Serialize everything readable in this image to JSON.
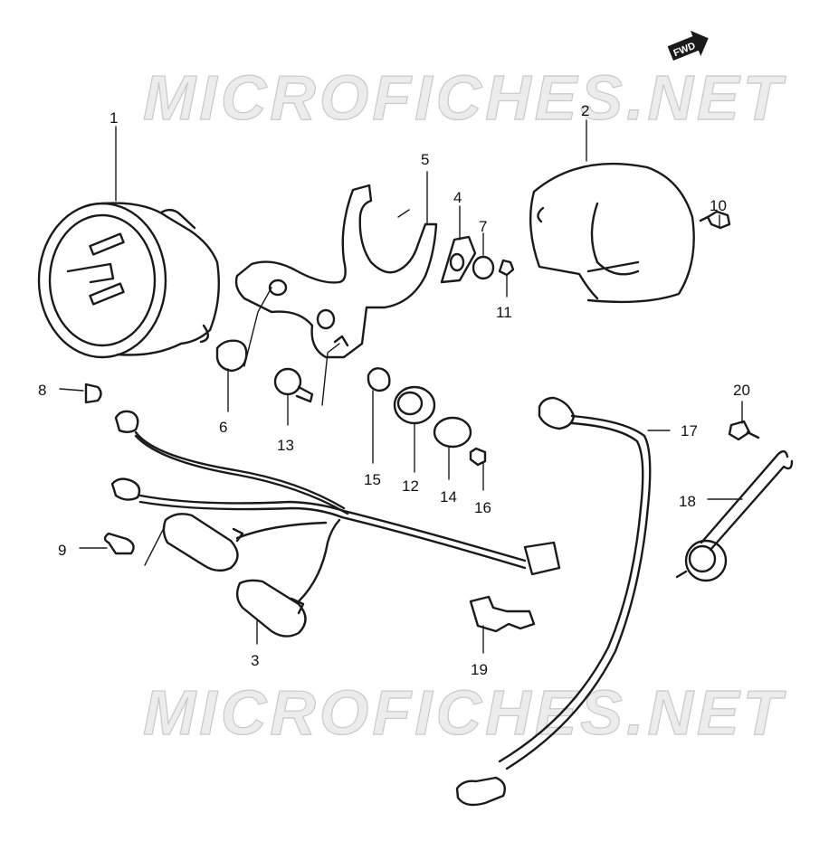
{
  "watermark": {
    "text": "MICROFICHES.NET"
  },
  "direction_badge": {
    "label": "FWD"
  },
  "callouts": [
    {
      "id": "1",
      "label": "1"
    },
    {
      "id": "2",
      "label": "2"
    },
    {
      "id": "3",
      "label": "3"
    },
    {
      "id": "4",
      "label": "4"
    },
    {
      "id": "5",
      "label": "5"
    },
    {
      "id": "6",
      "label": "6"
    },
    {
      "id": "7",
      "label": "7"
    },
    {
      "id": "8",
      "label": "8"
    },
    {
      "id": "9",
      "label": "9"
    },
    {
      "id": "10",
      "label": "10"
    },
    {
      "id": "11",
      "label": "11"
    },
    {
      "id": "12",
      "label": "12"
    },
    {
      "id": "13",
      "label": "13"
    },
    {
      "id": "14",
      "label": "14"
    },
    {
      "id": "15",
      "label": "15"
    },
    {
      "id": "16",
      "label": "16"
    },
    {
      "id": "17",
      "label": "17"
    },
    {
      "id": "18",
      "label": "18"
    },
    {
      "id": "19",
      "label": "19"
    },
    {
      "id": "20",
      "label": "20"
    }
  ]
}
